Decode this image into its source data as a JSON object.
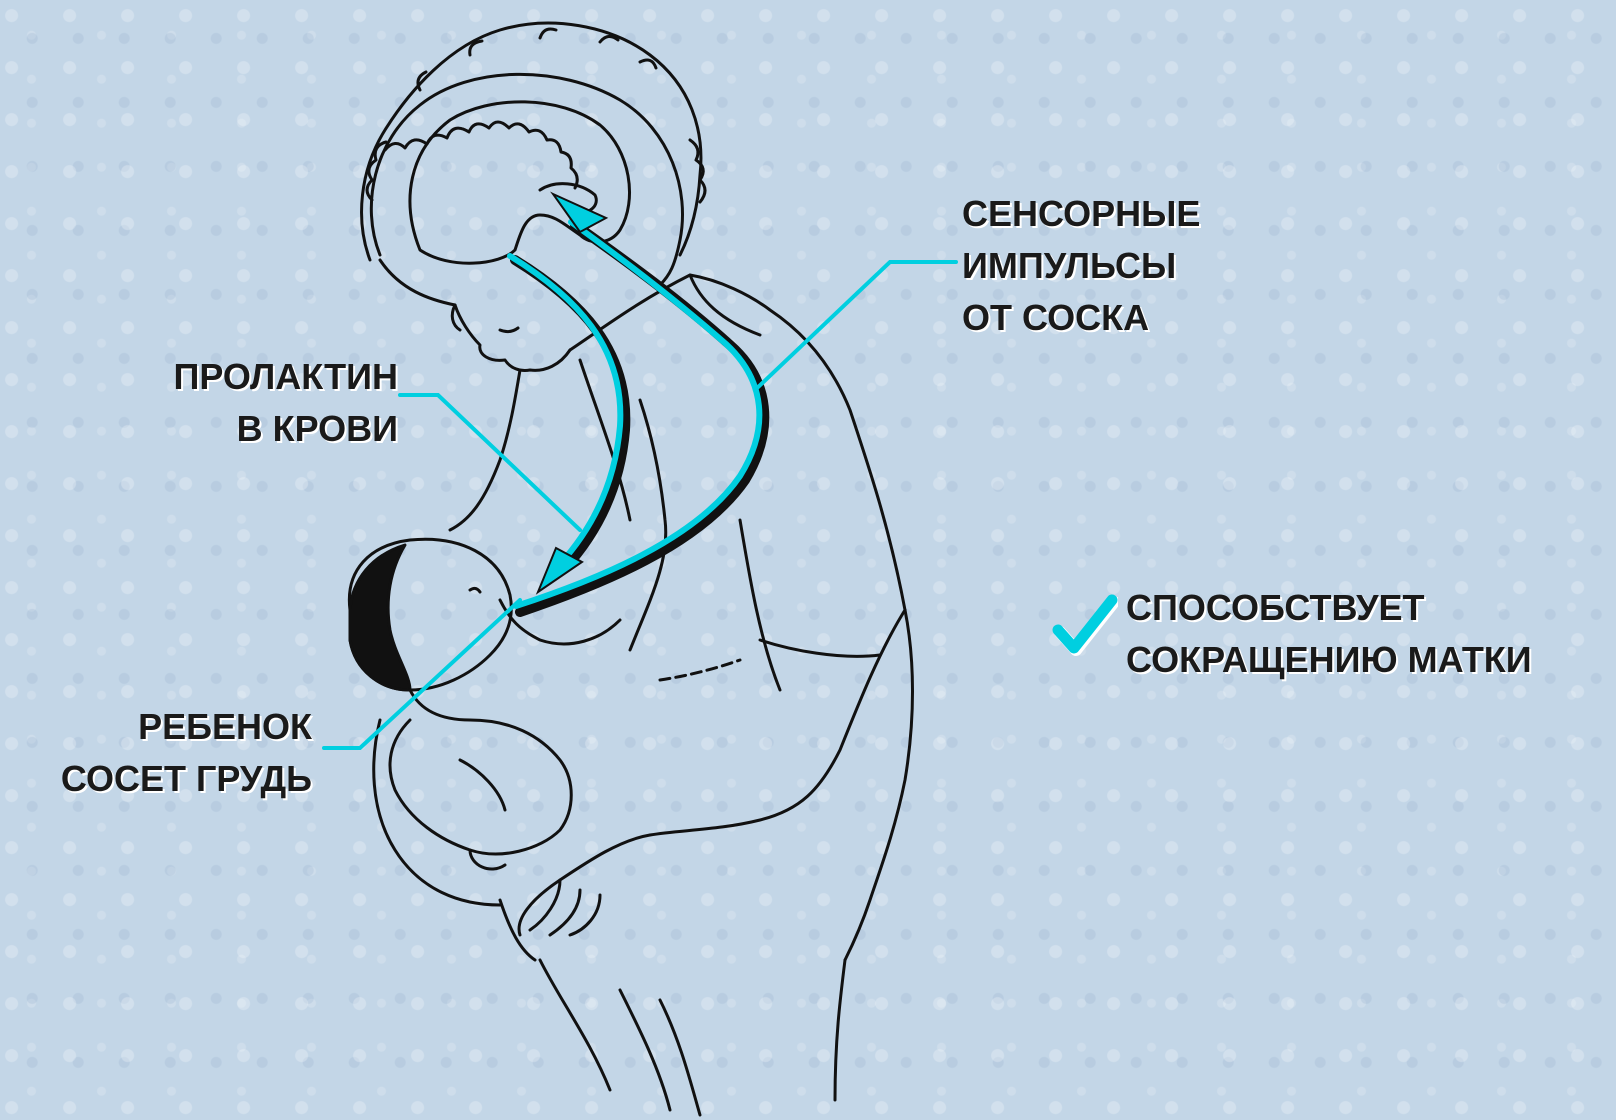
{
  "labels": {
    "sensory_line1": "СЕНСОРНЫЕ",
    "sensory_line2": "ИМПУЛЬСЫ",
    "sensory_line3": "ОТ СОСКА",
    "prolactin_line1": "ПРОЛАКТИН",
    "prolactin_line2": "В КРОВИ",
    "baby_line1": "РЕБЕНОК",
    "baby_line2": "СОСЕТ ГРУДЬ",
    "uterus_line1": "СПОСОБСТВУЕТ",
    "uterus_line2": "СОКРАЩЕНИЮ МАТКИ"
  },
  "icons": {
    "check": "check-mark-icon"
  },
  "colors": {
    "background": "#c3d6e7",
    "accent": "#00cfe0",
    "ink": "#111111",
    "text": "#1a1a1a",
    "check": "#00cfe0"
  }
}
